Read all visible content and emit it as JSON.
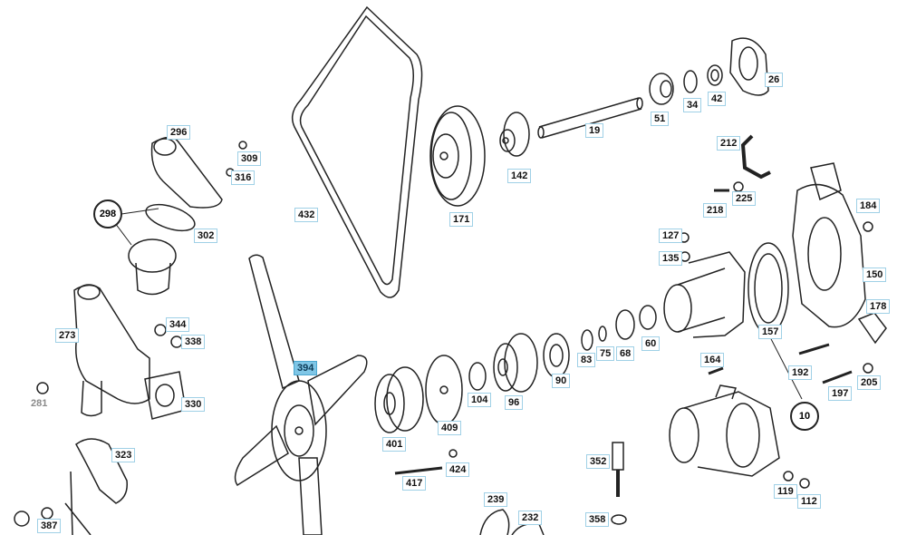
{
  "diagram": {
    "labels": {
      "l26": "26",
      "l42": "42",
      "l34": "34",
      "l51": "51",
      "l19": "19",
      "l142": "142",
      "l171": "171",
      "l432": "432",
      "l296": "296",
      "l309": "309",
      "l316": "316",
      "l298": "298",
      "l302": "302",
      "l212": "212",
      "l225": "225",
      "l218": "218",
      "l184": "184",
      "l127": "127",
      "l135": "135",
      "l150": "150",
      "l178": "178",
      "l157": "157",
      "l344": "344",
      "l338": "338",
      "l273": "273",
      "l394": "394",
      "l164": "164",
      "l192": "192",
      "l205": "205",
      "l197": "197",
      "l60": "60",
      "l68": "68",
      "l75": "75",
      "l83": "83",
      "l90": "90",
      "l96": "96",
      "l104": "104",
      "l409": "409",
      "l401": "401",
      "l330": "330",
      "l281": "281",
      "l323": "323",
      "l10": "10",
      "l352": "352",
      "l424": "424",
      "l417": "417",
      "l119": "119",
      "l112": "112",
      "l239": "239",
      "l232": "232",
      "l358": "358",
      "l387": "387"
    },
    "highlighted_label": "394"
  }
}
